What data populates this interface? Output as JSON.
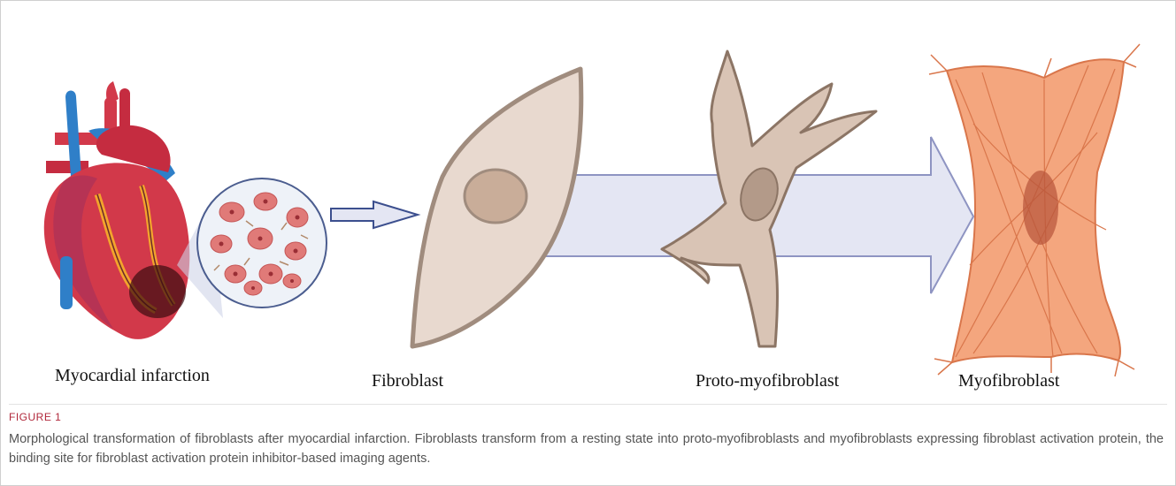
{
  "stages": [
    {
      "label": "Myocardial infarction"
    },
    {
      "label": "Fibroblast"
    },
    {
      "label": "Proto-myofibroblast"
    },
    {
      "label": "Myofibroblast"
    }
  ],
  "caption": {
    "heading": "FIGURE 1",
    "text": "Morphological transformation of fibroblasts after myocardial infarction. Fibroblasts transform from a resting state into proto-myofibroblasts and myofibroblasts expressing fibroblast activation protein, the binding site for fibroblast activation protein inhibitor-based imaging agents."
  },
  "colors": {
    "fibroblast_fill": "#e8d9cf",
    "fibroblast_outline": "#a08c7e",
    "proto_fill": "#d9c4b5",
    "myo_fill": "#f4a67e",
    "myo_fiber": "#d9764b",
    "arrow_fill": "#e4e6f3",
    "arrow_outline": "#8e94c2",
    "heart_red": "#d2394a",
    "vessel_blue": "#2f7fc8",
    "caption_heading": "#b0273a"
  }
}
